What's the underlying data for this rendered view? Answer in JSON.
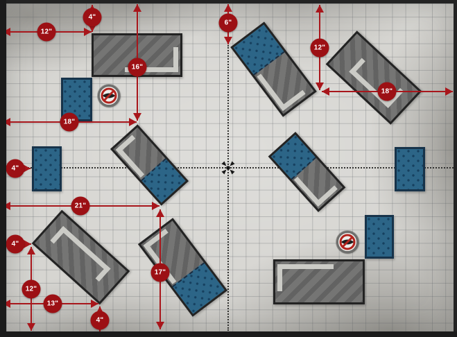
{
  "map": {
    "kind": "tactical-floor-plan",
    "grid": "square",
    "colors": {
      "paper": "#d6d5d1",
      "grid_line": "#8d9296",
      "frame": "#1f1f1f",
      "furniture_gray": "#757574",
      "sheet_band": "#cbcbc6",
      "pillow_blue": "#2c6587",
      "pillow_dot": "#16405f",
      "dimension_red": "#a8161b",
      "badge_red": "#9c1014"
    }
  },
  "measurements": [
    {
      "name": "top-left-offset-height",
      "label": "4\""
    },
    {
      "name": "top-left-offset-width",
      "label": "12\""
    },
    {
      "name": "left-column-height",
      "label": "16\""
    },
    {
      "name": "left-row-width",
      "label": "18\""
    },
    {
      "name": "center-top-offset",
      "label": "6\""
    },
    {
      "name": "top-right-offset-height",
      "label": "12\""
    },
    {
      "name": "top-right-row-width",
      "label": "18\""
    },
    {
      "name": "mid-left-offset",
      "label": "4\""
    },
    {
      "name": "mid-left-row-width",
      "label": "21\""
    },
    {
      "name": "lower-left-offset",
      "label": "4\""
    },
    {
      "name": "lower-left-column-height",
      "label": "12\""
    },
    {
      "name": "lower-left-row-width",
      "label": "13\""
    },
    {
      "name": "bottom-offset-height",
      "label": "4\""
    },
    {
      "name": "bottom-column-height",
      "label": "17\""
    }
  ],
  "furniture": [
    {
      "kind": "table",
      "where": "top-left"
    },
    {
      "kind": "bed",
      "where": "top-center"
    },
    {
      "kind": "table",
      "where": "top-right"
    },
    {
      "kind": "bed",
      "where": "center-left"
    },
    {
      "kind": "bed",
      "where": "center-right"
    },
    {
      "kind": "bed",
      "where": "bottom-center"
    },
    {
      "kind": "table",
      "where": "bottom-left"
    },
    {
      "kind": "table",
      "where": "bottom-right"
    },
    {
      "kind": "cushion",
      "where": "upper-left"
    },
    {
      "kind": "cushion",
      "where": "mid-left"
    },
    {
      "kind": "cushion",
      "where": "mid-right"
    },
    {
      "kind": "cushion",
      "where": "lower-right"
    }
  ],
  "markers": [
    {
      "kind": "no-sight-eye",
      "where": "upper-left"
    },
    {
      "kind": "no-sight-eye",
      "where": "lower-right"
    },
    {
      "kind": "center-cross",
      "where": "map-center"
    }
  ]
}
